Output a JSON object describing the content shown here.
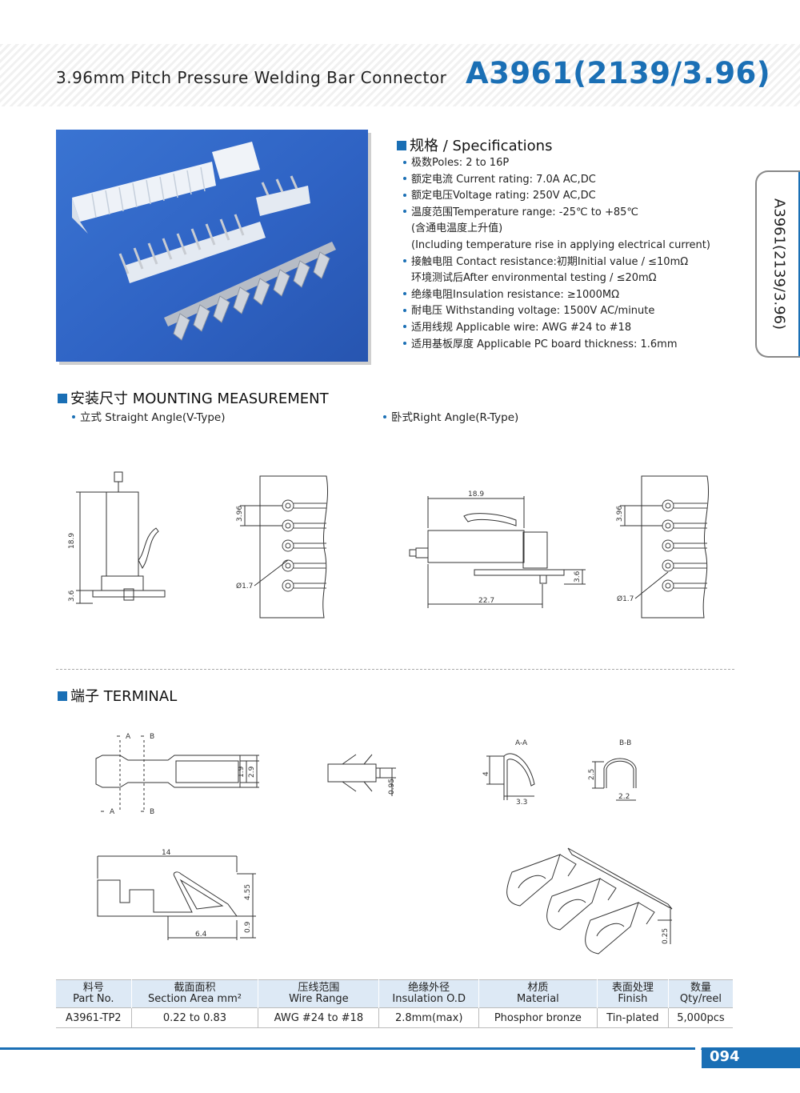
{
  "header": {
    "subtitle": "3.96mm Pitch Pressure Welding Bar Connector",
    "model": "A3961(2139/3.96)"
  },
  "side_tab": "A3961(2139/3.96)",
  "specifications": {
    "title": "规格 / Specifications",
    "items": [
      "极数Poles: 2 to 16P",
      "额定电流 Current rating: 7.0A AC,DC",
      "额定电压Voltage rating: 250V AC,DC",
      "温度范围Temperature range: -25℃ to +85℃"
    ],
    "temp_cont_1": "(含通电温度上升值)",
    "temp_cont_2": "(Including temperature rise in applying electrical current)",
    "contact": "接触电阻 Contact resistance:初期Initial value / ≤10mΩ",
    "contact_cont": "环境测试后After environmental testing / ≤20mΩ",
    "items_2": [
      "绝缘电阻Insulation resistance: ≥1000MΩ",
      "耐电压 Withstanding voltage: 1500V AC/minute",
      "适用线规 Applicable wire: AWG #24 to #18",
      "适用基板厚度 Applicable PC board thickness: 1.6mm"
    ]
  },
  "mounting": {
    "title": "安装尺寸 MOUNTING MEASUREMENT",
    "straight": "立式 Straight Angle(V-Type)",
    "right": "卧式Right Angle(R-Type)",
    "dims": {
      "v_height": "18.9",
      "v_base": "3.6",
      "pitch": "3.96",
      "hole": "Ø1.7",
      "r_top": "18.9",
      "r_bottom": "22.7",
      "r_side": "3.6",
      "pitch2": "3.96",
      "hole2": "Ø1.7"
    }
  },
  "terminal": {
    "title": "端子 TERMINAL",
    "dims": {
      "sec_a": "A",
      "sec_b": "B",
      "d19": "1.9",
      "d29": "2.9",
      "d095": "0.95",
      "aa": "A-A",
      "bb": "B-B",
      "d4": "4",
      "d33": "3.3",
      "d25": "2.5",
      "d22": "2.2",
      "d14": "14",
      "d455": "4.55",
      "d64": "6.4",
      "d09": "0.9",
      "d025": "0.25"
    }
  },
  "table": {
    "headers": [
      {
        "cn": "料号",
        "en": "Part No."
      },
      {
        "cn": "截面面积",
        "en": "Section Area mm²"
      },
      {
        "cn": "压线范围",
        "en": "Wire Range"
      },
      {
        "cn": "绝缘外径",
        "en": "Insulation O.D"
      },
      {
        "cn": "材质",
        "en": "Material"
      },
      {
        "cn": "表面处理",
        "en": "Finish"
      },
      {
        "cn": "数量",
        "en": "Qty/reel"
      }
    ],
    "rows": [
      [
        "A3961-TP2",
        "0.22 to 0.83",
        "AWG #24 to #18",
        "2.8mm(max)",
        "Phosphor bronze",
        "Tin-plated",
        "5,000pcs"
      ]
    ]
  },
  "page_number": "094",
  "colors": {
    "accent": "#1a6fb5",
    "table_header": "#dde9f5"
  }
}
